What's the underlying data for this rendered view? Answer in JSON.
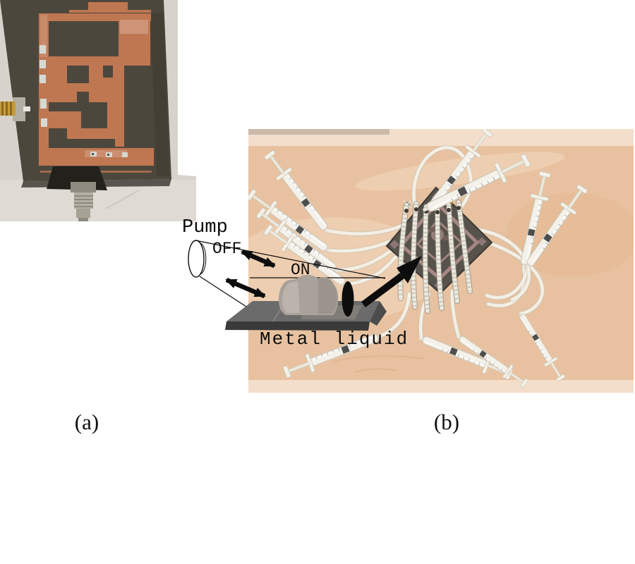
{
  "figure": {
    "panels": {
      "a": {
        "label": "(a)"
      },
      "b": {
        "label": "(b)"
      }
    },
    "inset": {
      "pump": "Pump",
      "off": "OFF",
      "on": "ON",
      "metal_liquid": "Metal liquid"
    },
    "colors": {
      "wood": "#e8c2a0",
      "wood_light": "#f4e3d2",
      "wood_streak": "#f3d9bf",
      "photo_a_bg": "#d7d3cc",
      "board": "#4c473c",
      "copper": "#bf7752",
      "copper_light": "#d79a74",
      "chip": "#56524c",
      "chip_trace": "#b4918d",
      "syringe": "#f3f1e9",
      "syringe_edge": "#c9c4b4",
      "tube": "#f4f1e8",
      "tube_edge": "#c9c2b2",
      "slab_top": "#6b6b6b",
      "slab_front": "#3a3a3a",
      "blob": "#a9a29a",
      "ink": "#0d0d0d",
      "gold": "#c69b3c",
      "silver": "#b3afa4"
    }
  }
}
